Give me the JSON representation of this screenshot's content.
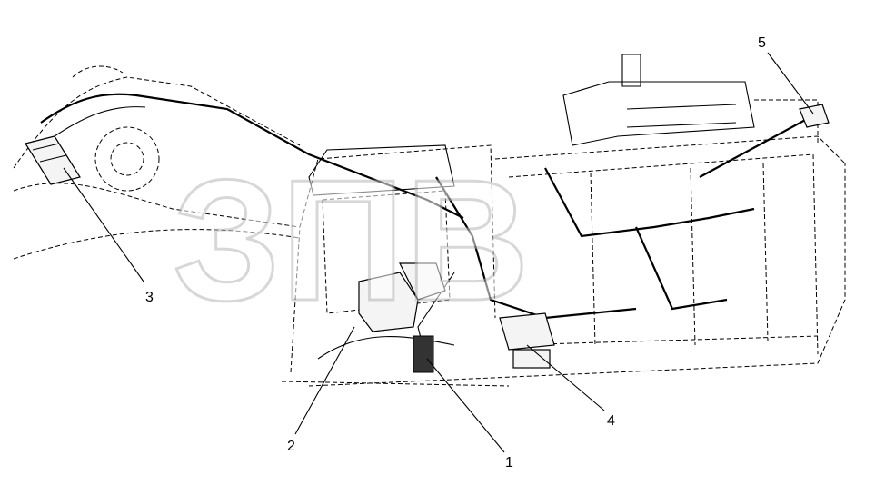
{
  "diagram": {
    "callouts": [
      {
        "id": "1",
        "label": "1"
      },
      {
        "id": "2",
        "label": "2"
      },
      {
        "id": "3",
        "label": "3"
      },
      {
        "id": "4",
        "label": "4"
      },
      {
        "id": "5",
        "label": "5"
      }
    ],
    "watermark": "ЗПВ",
    "colors": {
      "line": "#000000",
      "background": "#ffffff",
      "watermark": "#b8b8b8"
    }
  }
}
